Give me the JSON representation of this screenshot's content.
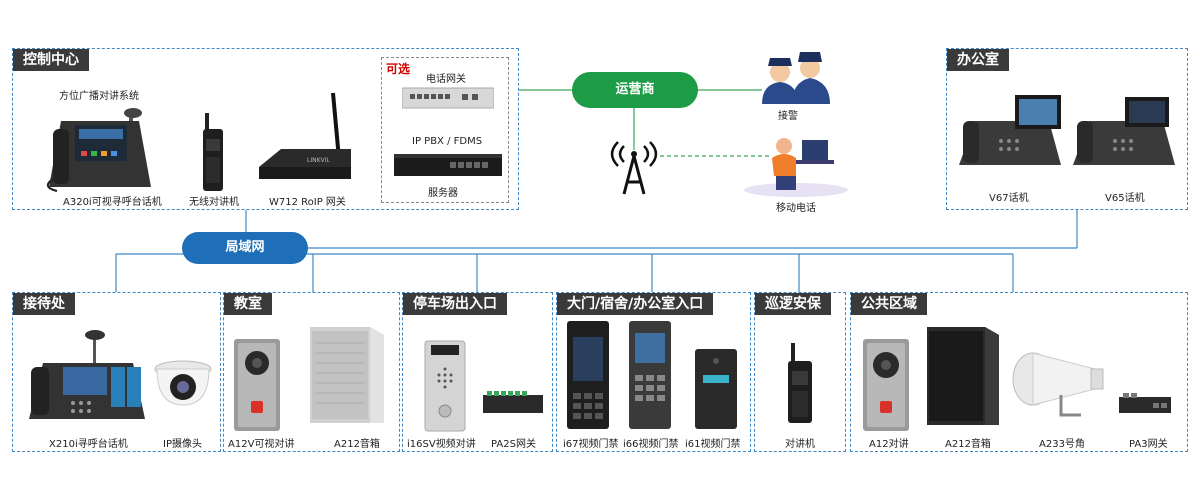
{
  "hub": {
    "lan": "局域网",
    "carrier": "运营商"
  },
  "control": {
    "title": "控制中心",
    "broadcast_label": "方位广播对讲系统",
    "optional": "可选",
    "gateway": "电话网关",
    "pbx": "IP PBX / FDMS",
    "server": "服务器",
    "devices": [
      "A320i可视寻呼台话机",
      "无线对讲机",
      "W712 RoIP 网关"
    ]
  },
  "carrier_side": {
    "police": "接警",
    "mobile": "移动电话"
  },
  "office": {
    "title": "办公室",
    "devices": [
      "V67话机",
      "V65话机"
    ]
  },
  "sections": [
    {
      "title": "接待处",
      "devices": [
        "X210i寻呼台话机",
        "IP摄像头"
      ]
    },
    {
      "title": "教室",
      "devices": [
        "A12V可视对讲",
        "A212音箱"
      ]
    },
    {
      "title": "停车场出入口",
      "devices": [
        "i16SV视频对讲",
        "PA2S网关"
      ]
    },
    {
      "title": "大门/宿舍/办公室入口",
      "devices": [
        "i67视频门禁",
        "i66视频门禁",
        "i61视频门禁"
      ]
    },
    {
      "title": "巡逻安保",
      "devices": [
        "对讲机"
      ]
    },
    {
      "title": "公共区域",
      "devices": [
        "A12对讲",
        "A212音箱",
        "A233号角",
        "PA3网关"
      ]
    }
  ],
  "colors": {
    "wire_blue": "#3f88c5",
    "wire_green": "#3aa65a",
    "pill_blue": "#1f6fb8",
    "pill_green": "#1e9b47",
    "header": "#3a3a3a",
    "optional_red": "#d40000"
  }
}
